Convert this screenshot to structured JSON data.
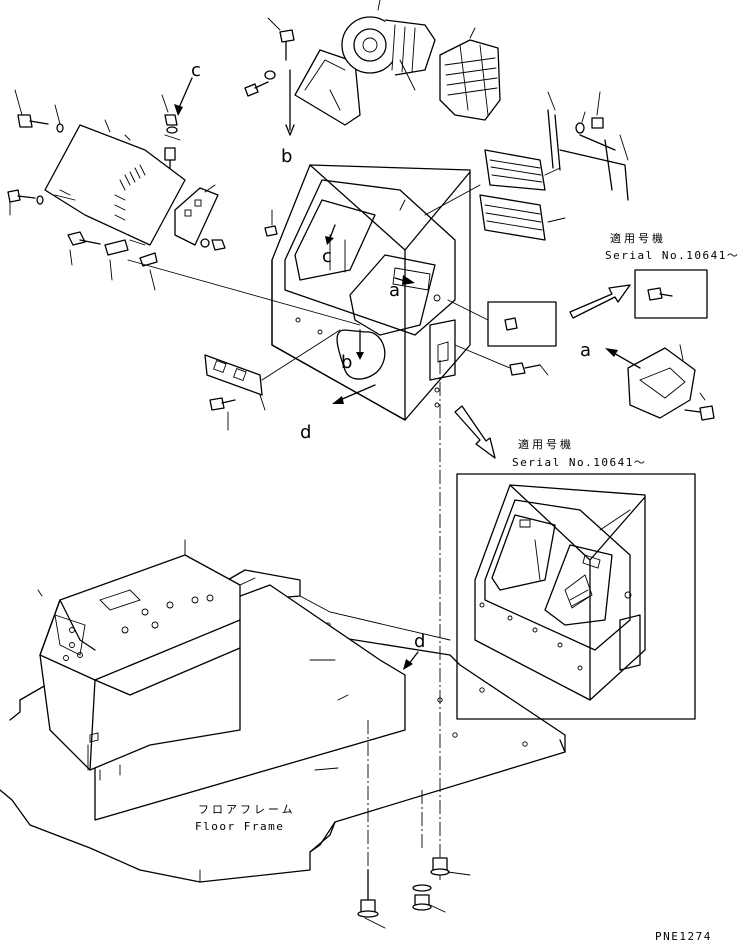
{
  "diagram": {
    "callouts": {
      "a_upper": "a",
      "a_right": "a",
      "b_top": "b",
      "b_body": "b",
      "c_top": "c",
      "c_body": "c",
      "d_left": "d",
      "d_floor": "d"
    },
    "serial_notes": [
      {
        "jp": "適用号機",
        "en": "Serial No.10641～"
      },
      {
        "jp": "適用号機",
        "en": "Serial No.10641～"
      }
    ],
    "floor_frame": {
      "jp": "フロアフレーム",
      "en": "Floor Frame"
    },
    "figure_code": "PNE1274"
  }
}
